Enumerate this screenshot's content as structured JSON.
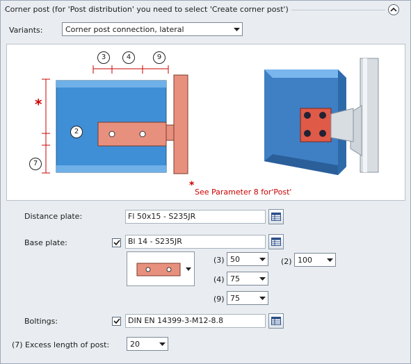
{
  "header": {
    "title": "Corner post (for 'Post distribution' you need to select 'Create corner post')"
  },
  "variants": {
    "label": "Variants:",
    "value": "Corner post connection, lateral"
  },
  "drawing": {
    "dimensions": [
      "3",
      "4",
      "9",
      "2",
      "7"
    ],
    "star": "*",
    "note": "See Parameter 8 for'Post'"
  },
  "distance_plate": {
    "label": "Distance plate:",
    "value": "Fl 50x15 - S235JR"
  },
  "base_plate": {
    "label": "Base plate:",
    "value": "Bl 14 - S235JR",
    "checked": true,
    "params": [
      {
        "label": "(3)",
        "value": "50"
      },
      {
        "label": "(4)",
        "value": "75"
      },
      {
        "label": "(9)",
        "value": "75"
      }
    ],
    "param2": {
      "label": "(2)",
      "value": "100"
    }
  },
  "boltings": {
    "label": "Boltings:",
    "value": "DIN EN 14399-3-M12-8.8",
    "checked": true
  },
  "excess": {
    "prefix": "(7)",
    "label": "Excess length of post:",
    "value": "20"
  },
  "colors": {
    "accent_red": "#cc0000",
    "beam_blue": "#3f8fd6",
    "plate_salmon": "#e8907e"
  }
}
